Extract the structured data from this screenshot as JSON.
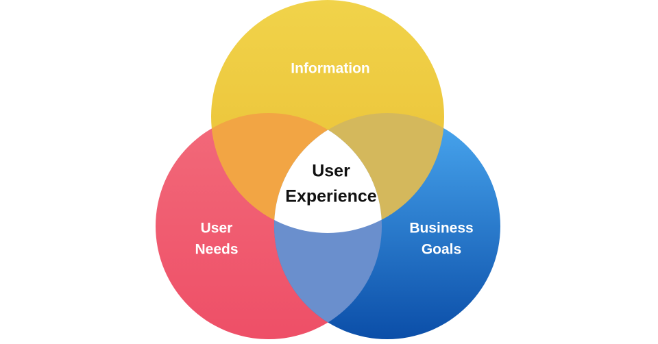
{
  "diagram": {
    "center": {
      "line1": "User",
      "line2": "Experience"
    },
    "sets": {
      "information": {
        "label": "Information",
        "color": "#EDC83C"
      },
      "user_needs": {
        "line1": "User",
        "line2": "Needs",
        "color": "#F05A6E"
      },
      "business_goals": {
        "line1": "Business",
        "line2": "Goals",
        "color_top": "#4AA8F0",
        "color_bottom": "#0B4EA8"
      }
    },
    "overlaps": {
      "information_user_needs": "#F2A544",
      "information_business_goals": "#D6B95A",
      "user_needs_business_goals": "#6A8FCD",
      "center": "#FFFFFF"
    }
  }
}
